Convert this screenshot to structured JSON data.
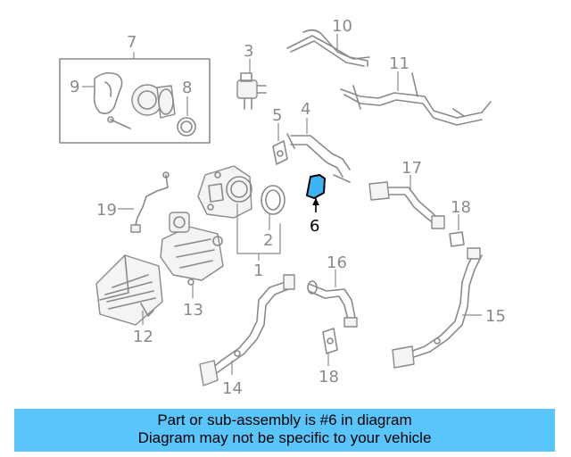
{
  "diagram": {
    "callouts": [
      "1",
      "2",
      "3",
      "4",
      "5",
      "6",
      "7",
      "8",
      "9",
      "10",
      "11",
      "12",
      "13",
      "14",
      "15",
      "16",
      "17",
      "18",
      "18",
      "19"
    ],
    "highlighted_part": "6",
    "colors": {
      "line": "#8a8a8a",
      "highlight_fill": "#3db5f3",
      "banner_bg": "#5ac5fb"
    }
  },
  "banner": {
    "line1": "Part or sub-assembly is #6 in diagram",
    "line2": "Diagram may not be specific to your vehicle"
  }
}
